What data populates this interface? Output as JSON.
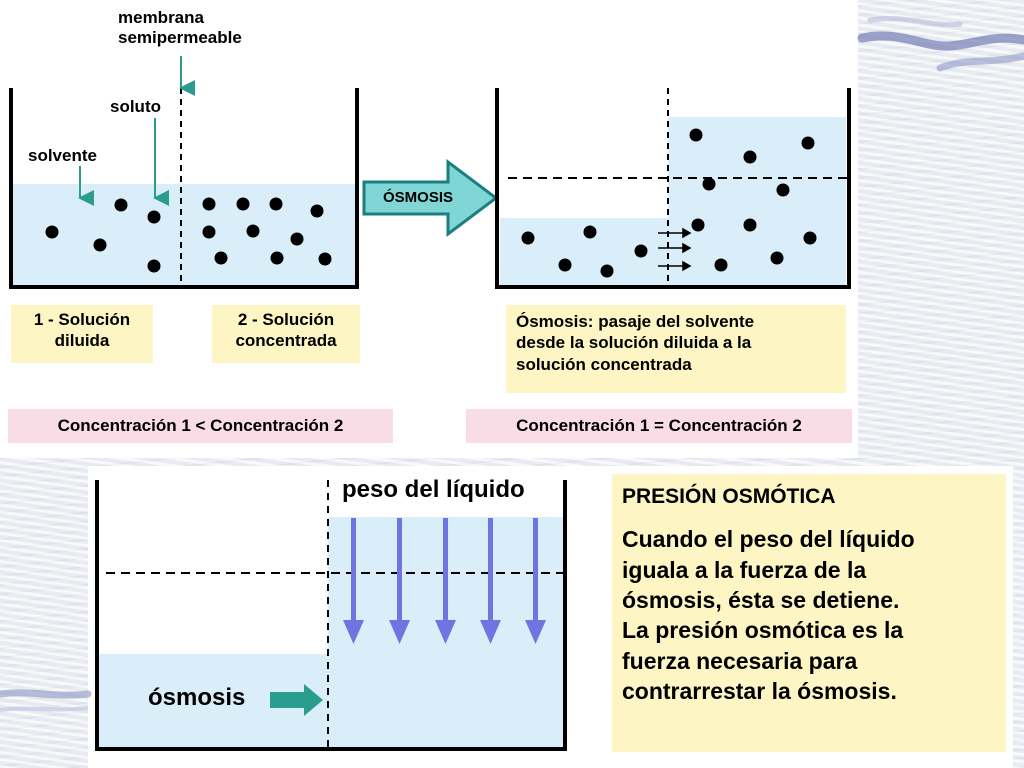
{
  "labels": {
    "membrane": "membrana\nsemipermeable",
    "solute": "soluto",
    "solvent": "solvente",
    "osmosis_arrow": "ÓSMOSIS",
    "weight": "peso del líquido",
    "osmosis_small": "ósmosis"
  },
  "boxes": {
    "solution1": "1 - Solución\ndiluida",
    "solution2": "2 - Solución\nconcentrada",
    "description": "Ósmosis: pasaje del solvente\ndesde la solución diluida a la\nsolución concentrada",
    "conc_less": "Concentración 1 < Concentración 2",
    "conc_equal": "Concentración 1 = Concentración 2"
  },
  "osmotic_pressure": {
    "title": "PRESIÓN OSMÓTICA",
    "body": "Cuando el peso del líquido\niguala a la fuerza de la\nósmosis, ésta se detiene.\nLa presión osmótica es la\nfuerza necesaria para\ncontrarrestar la ósmosis."
  },
  "colors": {
    "liquid": "#d9eef8",
    "teal": "#2a9d8f",
    "arrow_fill": "#80d5d5",
    "arrow_stroke": "#1b7f7f",
    "down_arrows": "#6f74e0",
    "yellow_box": "#fdf6c4",
    "pink_box": "#f8dce6"
  }
}
